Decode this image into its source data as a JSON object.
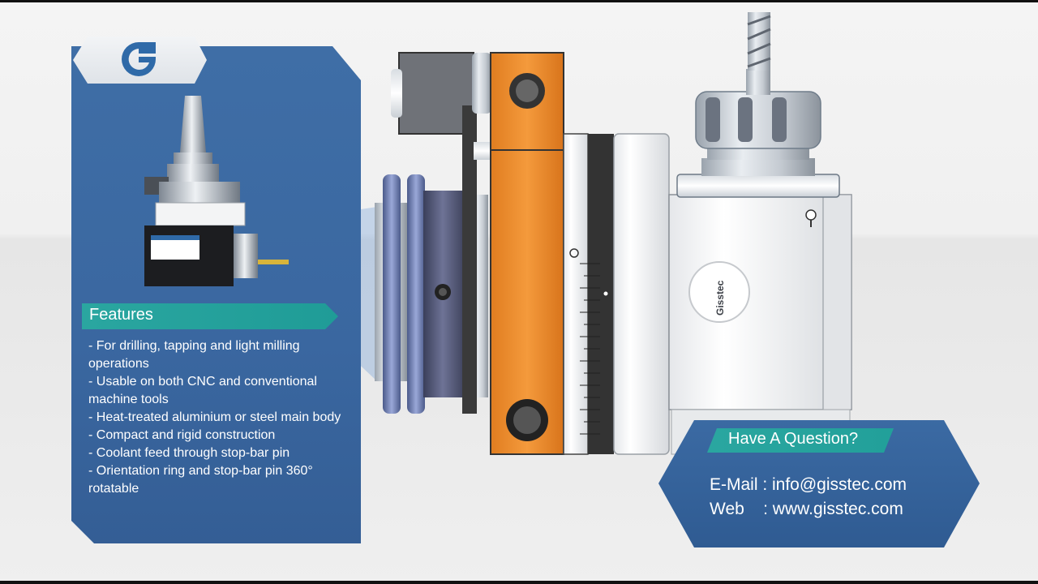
{
  "panel": {
    "features_title": "Features",
    "features": [
      "- For drilling, tapping and light milling operations",
      "- Usable on both CNC and conventional machine tools",
      "- Heat-treated aluminium or steel main body",
      "- Compact and rigid construction",
      "- Coolant feed through stop-bar pin",
      "- Orientation ring and stop-bar pin 360° rotatable"
    ]
  },
  "contact": {
    "question": "Have A Question?",
    "email_line": "E-Mail : info@gisstec.com",
    "web_line": "Web    : www.gisstec.com"
  },
  "brand": {
    "badge_text": "Gisstec",
    "logo_icon": "gisstec-logo-icon"
  },
  "colors": {
    "panel_blue": "#3f6ea6",
    "accent_teal": "#2aa6a0",
    "orange_bracket": "#f08c2c"
  }
}
